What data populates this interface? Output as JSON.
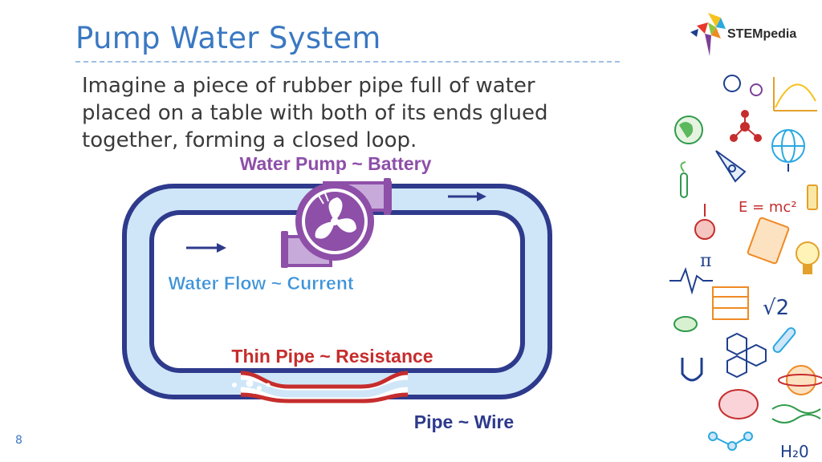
{
  "title": "Pump Water System",
  "intro": "Imagine a piece of rubber pipe full of water placed on a table with both of its ends glued together, forming a closed loop.",
  "page_number": "8",
  "logo": {
    "text": "STEMpedia"
  },
  "diagram": {
    "labels": {
      "pump": "Water Pump ~ Battery",
      "flow": "Water Flow ~ Current",
      "thin_pipe": "Thin Pipe ~ Resistance",
      "pipe": "Pipe ~ Wire"
    },
    "colors": {
      "pipe_outline": "#2e3a8c",
      "water": "#cfe6f8",
      "pump": "#8d4fa8",
      "resistance": "#c62d2d",
      "flow_label": "#3d93d9"
    }
  },
  "doodles": {
    "formula_emc2": "E = mc²",
    "pi": "π",
    "sqrt2": "√2",
    "h2o": "H₂0"
  }
}
